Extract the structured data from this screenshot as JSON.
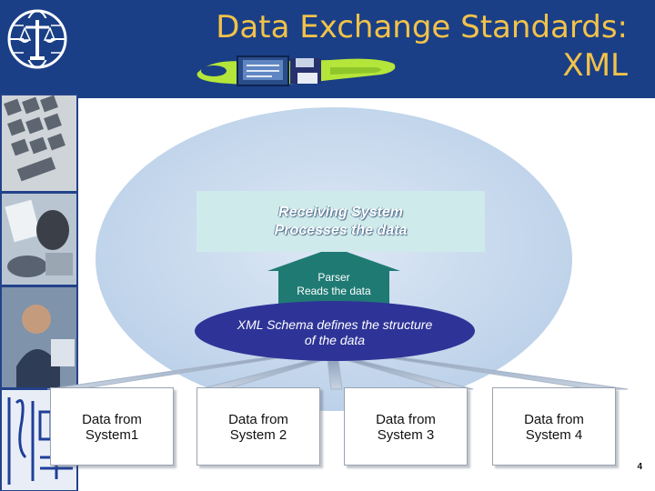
{
  "slide": {
    "title_line_1": "Data Exchange Standards:",
    "title_line_2": "XML",
    "page_number": "4"
  },
  "diagram": {
    "receiving_system": {
      "line_1": "Receiving System",
      "line_2": "Processes the data"
    },
    "parser": {
      "line_1": "Parser",
      "line_2": "Reads the data"
    },
    "schema": {
      "line_1": "XML Schema defines the structure",
      "line_2": "of the data"
    },
    "sources": [
      {
        "line_1": "Data from",
        "line_2": "System1"
      },
      {
        "line_1": "Data from",
        "line_2": "System 2"
      },
      {
        "line_1": "Data from",
        "line_2": "System 3"
      },
      {
        "line_1": "Data from",
        "line_2": "System 4"
      }
    ]
  },
  "colors": {
    "header_blue": "#1a3f86",
    "title_gold": "#f2c24a",
    "ellipse_fill": "#c3d6ec",
    "receiving_fill": "#cfeaea",
    "parser_arrow": "#1f7a74",
    "schema_oval": "#2e3497"
  }
}
